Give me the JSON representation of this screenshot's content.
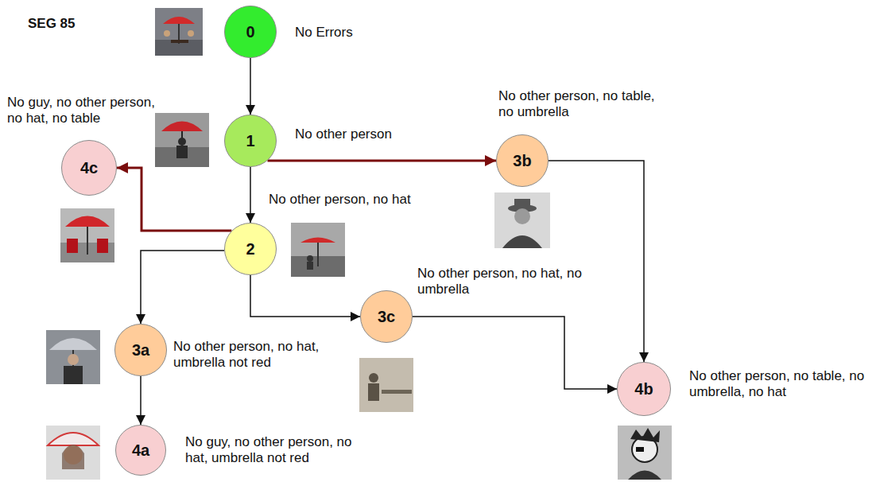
{
  "diagram": {
    "title": "SEG 85",
    "nodes": [
      {
        "text": [
          "0",
          "No Errors"
        ]
      },
      {
        "text": [
          "1",
          "No other person"
        ]
      },
      {
        "text": [
          "4c",
          "No guy, no other person, no hat, no table"
        ]
      },
      {
        "text": [
          "3b",
          "No other person, no table, no umbrella"
        ]
      },
      {
        "text": [
          "2",
          "No other person, no hat"
        ]
      },
      {
        "text": [
          "3a",
          "No other person, no hat, umbrella not red"
        ]
      },
      {
        "text": [
          "3c",
          "No other person, no hat, no umbrella"
        ]
      },
      {
        "text": [
          "4b",
          "No other person, no table, no umbrella, no hat"
        ]
      },
      {
        "text": [
          "4a",
          "No guy, no other person, no hat, umbrella not red"
        ]
      }
    ],
    "edges": [
      {
        "from": 0,
        "to": 1,
        "arrow": "to"
      },
      {
        "from": 1,
        "to": 3,
        "arrow": "to"
      },
      {
        "from": 1,
        "to": 4,
        "arrow": "to"
      },
      {
        "from": 4,
        "to": 2,
        "arrow": "to"
      },
      {
        "from": 4,
        "to": 5,
        "arrow": "to"
      },
      {
        "from": 4,
        "to": 6,
        "arrow": "to"
      },
      {
        "from": 3,
        "to": 7,
        "arrow": "to"
      },
      {
        "from": 6,
        "to": 7,
        "arrow": "to"
      },
      {
        "from": 5,
        "to": 8,
        "arrow": "to"
      }
    ]
  }
}
